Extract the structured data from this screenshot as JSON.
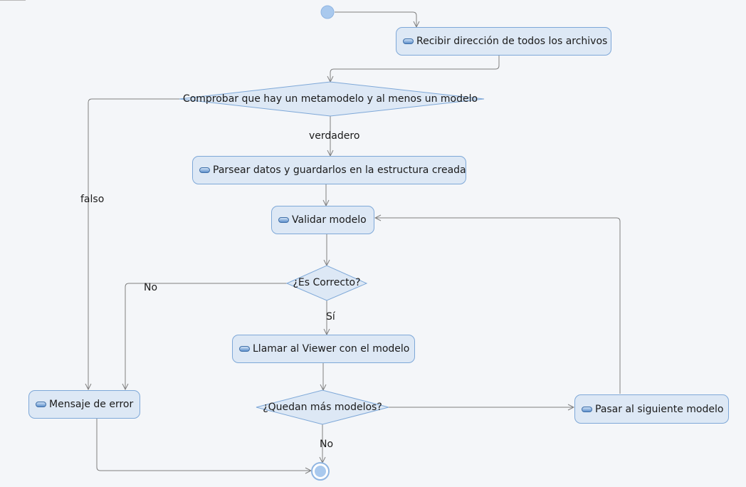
{
  "actions": {
    "receive_paths": "Recibir dirección de todos los archivos",
    "parse_data": "Parsear datos y guardarlos en la estructura creada",
    "validate_model": "Validar modelo",
    "call_viewer": "Llamar al Viewer con el modelo",
    "error_message": "Mensaje de error",
    "next_model": "Pasar al siguiente modelo"
  },
  "decisions": {
    "check_models": "Comprobar que hay un metamodelo y al menos un modelo",
    "is_correct": "¿Es Correcto?",
    "more_models": "¿Quedan más modelos?"
  },
  "edge_labels": {
    "true_branch": "verdadero",
    "false_branch": "falso",
    "no_correct": "No",
    "yes_correct": "Sí",
    "no_more": "No"
  },
  "colors": {
    "node_fill": "#dde8f5",
    "node_border": "#7ea8d8",
    "edge": "#808080",
    "start": "#a9c9ee"
  }
}
